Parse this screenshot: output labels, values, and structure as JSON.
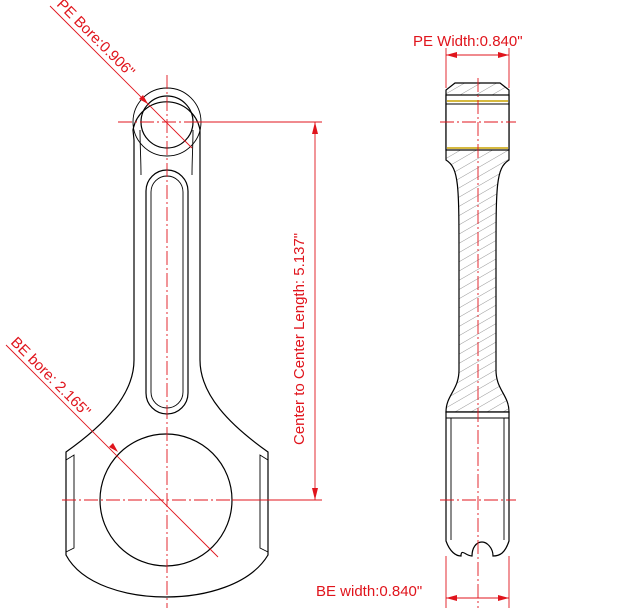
{
  "dimensions": {
    "pe_bore": "PE Bore:0.906\"",
    "be_bore": "BE bore: 2.165\"",
    "center_length": "Center to Center Length: 5.137\"",
    "pe_width": "PE Width:0.840\"",
    "be_width": "BE width:0.840\""
  },
  "colors": {
    "outline": "#000000",
    "dimension": "#e0141c",
    "bearing_line": "#c8a200",
    "background": "#ffffff"
  }
}
